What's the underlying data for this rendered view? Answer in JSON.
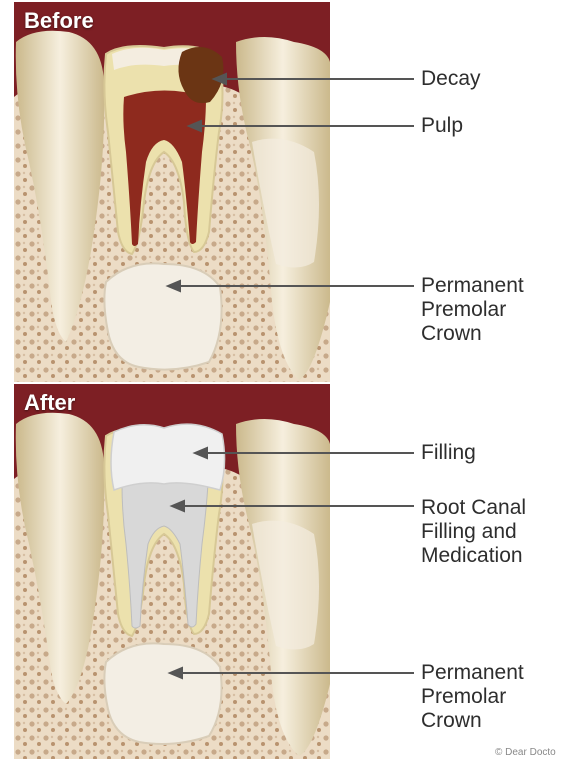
{
  "before": {
    "title": "Before",
    "labels": {
      "decay": "Decay",
      "pulp": "Pulp",
      "crown": [
        "Permanent",
        "Premolar",
        "Crown"
      ]
    }
  },
  "after": {
    "title": "After",
    "labels": {
      "filling": "Filling",
      "root_canal": [
        "Root Canal",
        "Filling and",
        "Medication"
      ],
      "crown": [
        "Permanent",
        "Premolar",
        "Crown"
      ]
    }
  },
  "copyright": "© Dear Docto",
  "colors": {
    "gum": "#7d1f24",
    "bone": "#e9d9c1",
    "enamel": "#f4ede0",
    "dentin": "#ece1ad",
    "decay": "#6b3514",
    "pulp": "#8e2a1e",
    "root_canal_fill": "#d8d8d8",
    "leader_line": "#555555"
  }
}
